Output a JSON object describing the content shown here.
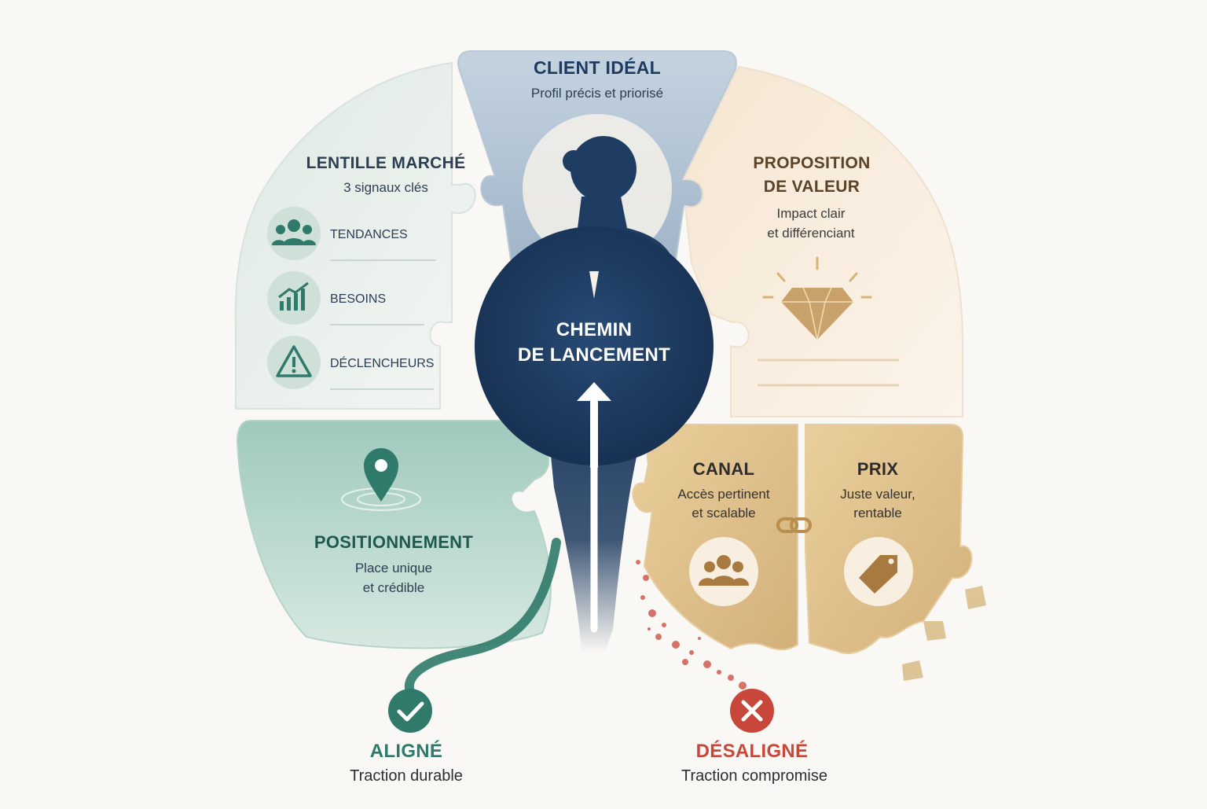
{
  "center": {
    "line1": "CHEMIN",
    "line2": "DE LANCEMENT"
  },
  "client": {
    "title": "CLIENT IDÉAL",
    "subtitle": "Profil précis et priorisé"
  },
  "market": {
    "title": "LENTILLE MARCHÉ",
    "subtitle": "3 signaux clés",
    "items": [
      {
        "label": "TENDANCES",
        "icon": "people-icon"
      },
      {
        "label": "BESOINS",
        "icon": "growth-chart-icon"
      },
      {
        "label": "DÉCLENCHEURS",
        "icon": "warning-icon"
      }
    ]
  },
  "value": {
    "title1": "PROPOSITION",
    "title2": "DE VALEUR",
    "sub1": "Impact clair",
    "sub2": "et différenciant",
    "icon": "diamond-icon"
  },
  "positioning": {
    "title": "POSITIONNEMENT",
    "sub1": "Place unique",
    "sub2": "et crédible",
    "icon": "location-pin-icon"
  },
  "channel": {
    "title": "CANAL",
    "sub1": "Accès pertinent",
    "sub2": "et scalable",
    "icon": "group-icon"
  },
  "price": {
    "title": "PRIX",
    "sub1": "Juste valeur,",
    "sub2": "rentable",
    "icon": "price-tag-icon"
  },
  "outcomes": {
    "aligned": {
      "title": "ALIGNÉ",
      "subtitle": "Traction durable",
      "icon": "check-icon"
    },
    "misaligned": {
      "title": "DÉSALIGNÉ",
      "subtitle": "Traction compromise",
      "icon": "cross-icon"
    }
  },
  "colors": {
    "navy": "#1d3a5f",
    "teal": "#2f7a6a",
    "gold": "#b98e4e",
    "red": "#c9473a",
    "background": "#faf8f4"
  }
}
